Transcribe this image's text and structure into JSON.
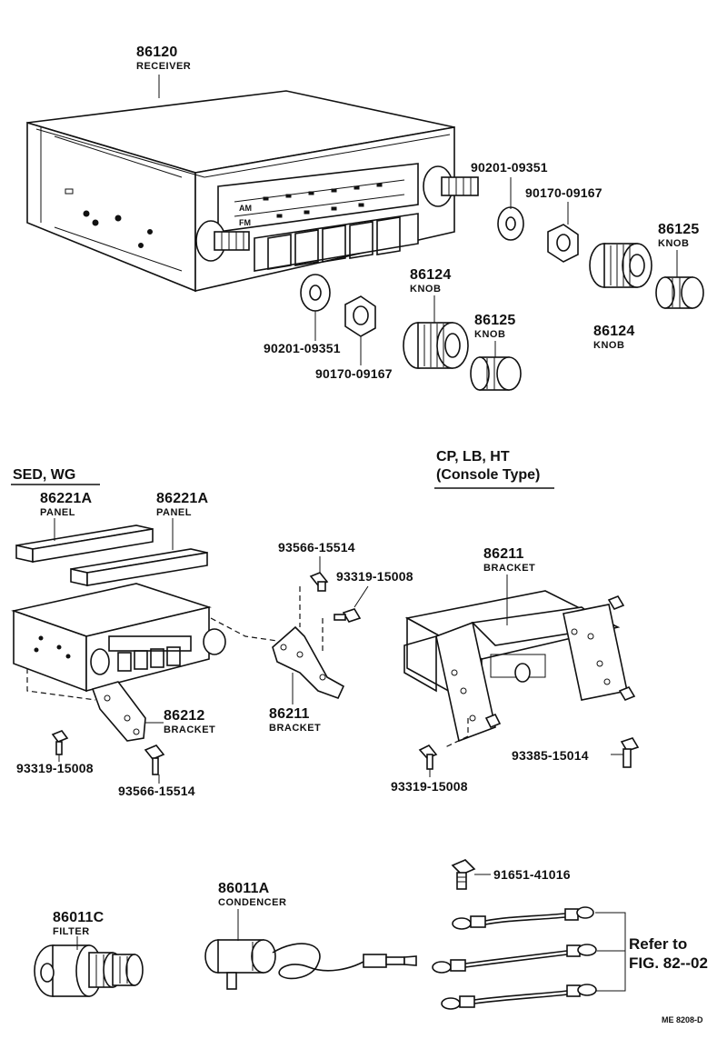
{
  "callouts": {
    "receiver": {
      "pn": "86120",
      "name": "RECEIVER"
    },
    "washer_a": {
      "pn": "90201-09351"
    },
    "nut_a": {
      "pn": "90170-09167"
    },
    "knob_125_a": {
      "pn": "86125",
      "name": "KNOB"
    },
    "knob_124_a": {
      "pn": "86124",
      "name": "KNOB"
    },
    "knob_124_b": {
      "pn": "86124",
      "name": "KNOB"
    },
    "knob_125_b": {
      "pn": "86125",
      "name": "KNOB"
    },
    "washer_b": {
      "pn": "90201-09351"
    },
    "nut_b": {
      "pn": "90170-09167"
    },
    "panel_a": {
      "pn": "86221A",
      "name": "PANEL"
    },
    "panel_b": {
      "pn": "86221A",
      "name": "PANEL"
    },
    "bolt_93566_a": {
      "pn": "93566-15514"
    },
    "bolt_93319_a": {
      "pn": "93319-15008"
    },
    "bracket_86211_a": {
      "pn": "86211",
      "name": "BRACKET"
    },
    "bracket_86212": {
      "pn": "86212",
      "name": "BRACKET"
    },
    "bolt_93319_b": {
      "pn": "93319-15008"
    },
    "bolt_93566_b": {
      "pn": "93566-15514"
    },
    "bracket_86211_b": {
      "pn": "86211",
      "name": "BRACKET"
    },
    "bolt_93319_c": {
      "pn": "93319-15008"
    },
    "bolt_93385": {
      "pn": "93385-15014"
    },
    "bolt_91651": {
      "pn": "91651-41016"
    },
    "condencer": {
      "pn": "86011A",
      "name": "CONDENCER"
    },
    "filter": {
      "pn": "86011C",
      "name": "FILTER"
    }
  },
  "groups": {
    "sed_wg": "SED, WG",
    "cp_lb_ht": "CP, LB, HT",
    "console_type": "(Console Type)"
  },
  "reference": {
    "line1": "Refer to",
    "line2": "FIG. 82--02"
  },
  "figure_code": "ME 8208-D"
}
